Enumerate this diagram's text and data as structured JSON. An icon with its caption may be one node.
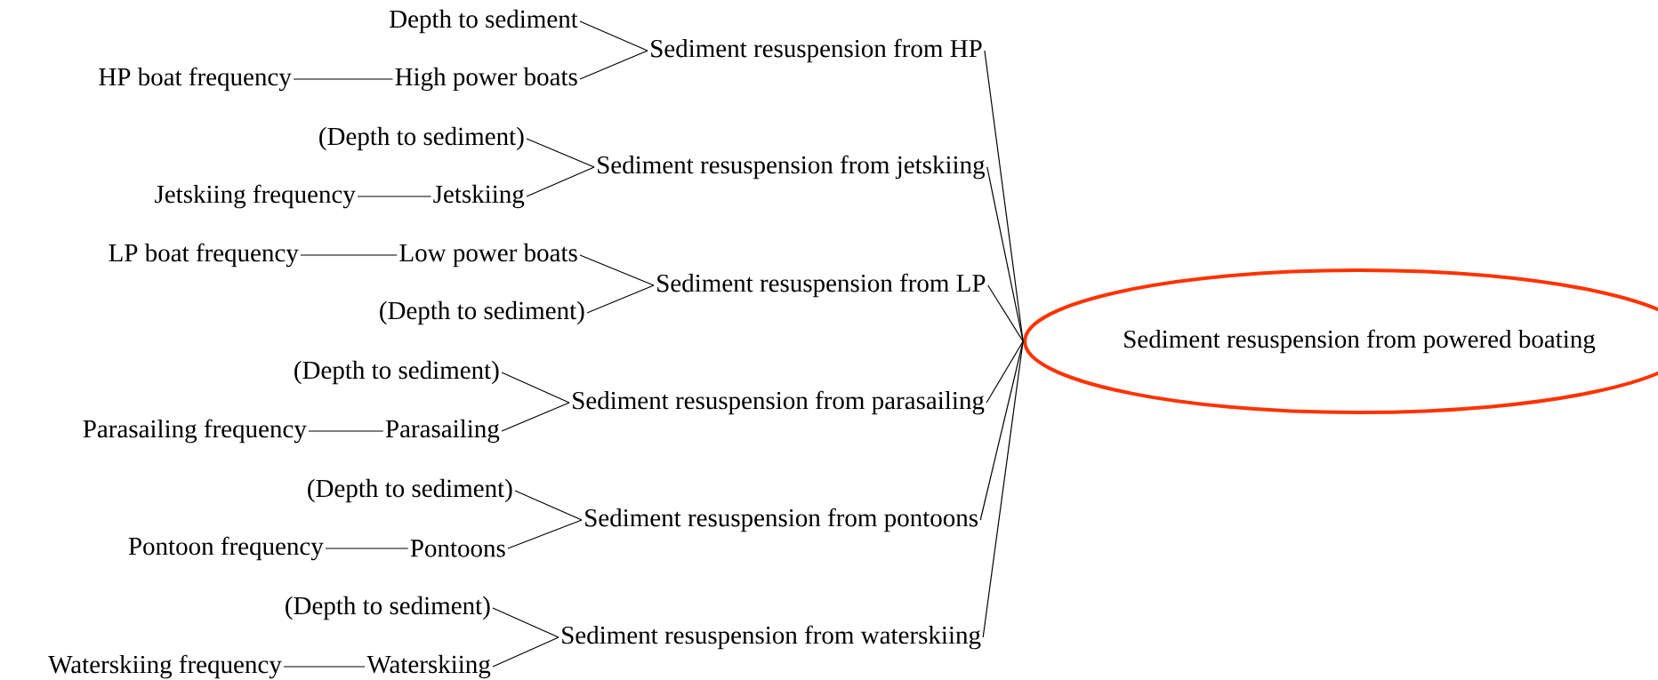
{
  "diagram": {
    "nodes": [
      {
        "text": [
          "Depth to sediment"
        ]
      },
      {
        "text": [
          "HP boat frequency"
        ]
      },
      {
        "text": [
          "High power boats"
        ]
      },
      {
        "text": [
          "Sediment resuspension from HP"
        ]
      },
      {
        "text": [
          "(Depth to sediment)"
        ]
      },
      {
        "text": [
          "Jetskiing frequency"
        ]
      },
      {
        "text": [
          "Jetskiing"
        ]
      },
      {
        "text": [
          "Sediment resuspension from jetskiing"
        ]
      },
      {
        "text": [
          "LP boat frequency"
        ]
      },
      {
        "text": [
          "Low power boats"
        ]
      },
      {
        "text": [
          "(Depth to sediment)"
        ]
      },
      {
        "text": [
          "Sediment resuspension from LP"
        ]
      },
      {
        "text": [
          "(Depth to sediment)"
        ]
      },
      {
        "text": [
          "Parasailing frequency"
        ]
      },
      {
        "text": [
          "Parasailing"
        ]
      },
      {
        "text": [
          "Sediment resuspension from parasailing"
        ]
      },
      {
        "text": [
          "(Depth to sediment)"
        ]
      },
      {
        "text": [
          "Pontoon frequency"
        ]
      },
      {
        "text": [
          "Pontoons"
        ]
      },
      {
        "text": [
          "Sediment resuspension from pontoons"
        ]
      },
      {
        "text": [
          "(Depth to sediment)"
        ]
      },
      {
        "text": [
          "Waterskiing frequency"
        ]
      },
      {
        "text": [
          "Waterskiing"
        ]
      },
      {
        "text": [
          "Sediment resuspension from waterskiing"
        ]
      },
      {
        "text": [
          "Sediment resuspension from powered boating"
        ]
      }
    ],
    "edges": [
      {
        "from": 0,
        "to": 3,
        "arrow": "none"
      },
      {
        "from": 1,
        "to": 2,
        "arrow": "none"
      },
      {
        "from": 2,
        "to": 3,
        "arrow": "none"
      },
      {
        "from": 4,
        "to": 7,
        "arrow": "none"
      },
      {
        "from": 5,
        "to": 6,
        "arrow": "none"
      },
      {
        "from": 6,
        "to": 7,
        "arrow": "none"
      },
      {
        "from": 8,
        "to": 9,
        "arrow": "none"
      },
      {
        "from": 9,
        "to": 11,
        "arrow": "none"
      },
      {
        "from": 10,
        "to": 11,
        "arrow": "none"
      },
      {
        "from": 12,
        "to": 15,
        "arrow": "none"
      },
      {
        "from": 13,
        "to": 14,
        "arrow": "none"
      },
      {
        "from": 14,
        "to": 15,
        "arrow": "none"
      },
      {
        "from": 16,
        "to": 19,
        "arrow": "none"
      },
      {
        "from": 17,
        "to": 18,
        "arrow": "none"
      },
      {
        "from": 18,
        "to": 19,
        "arrow": "none"
      },
      {
        "from": 20,
        "to": 23,
        "arrow": "none"
      },
      {
        "from": 21,
        "to": 22,
        "arrow": "none"
      },
      {
        "from": 22,
        "to": 23,
        "arrow": "none"
      },
      {
        "from": 3,
        "to": 24,
        "arrow": "none"
      },
      {
        "from": 7,
        "to": 24,
        "arrow": "none"
      },
      {
        "from": 11,
        "to": 24,
        "arrow": "none"
      },
      {
        "from": 15,
        "to": 24,
        "arrow": "none"
      },
      {
        "from": 19,
        "to": 24,
        "arrow": "none"
      },
      {
        "from": 23,
        "to": 24,
        "arrow": "none"
      }
    ]
  }
}
